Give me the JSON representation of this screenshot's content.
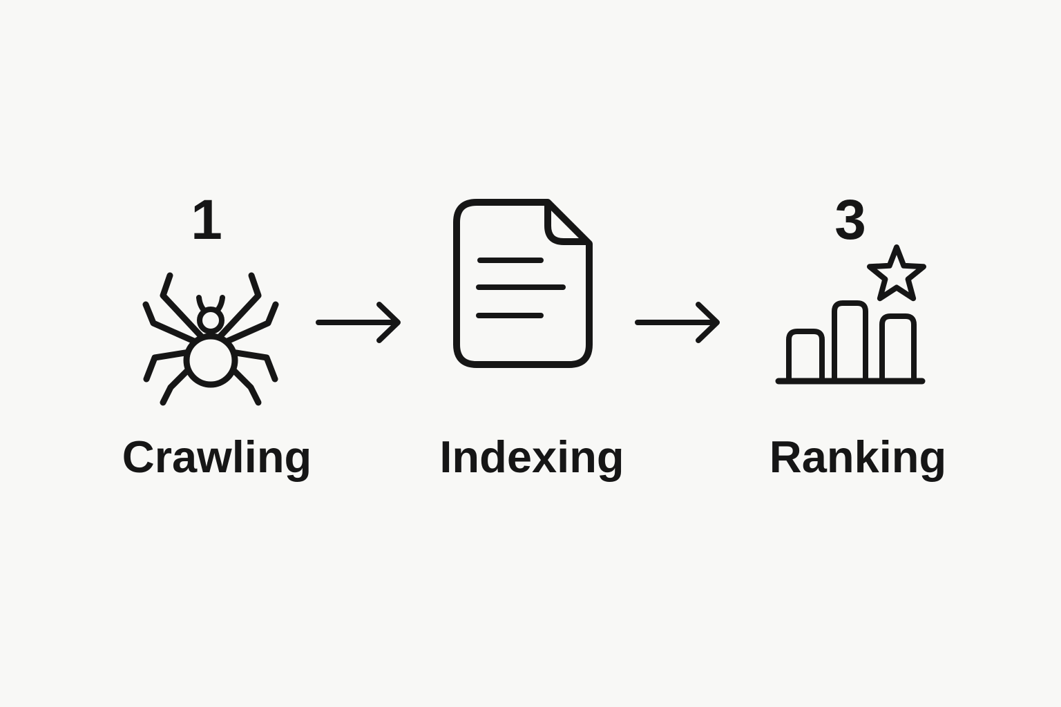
{
  "steps": [
    {
      "number": "1",
      "label": "Crawling",
      "icon": "spider-icon"
    },
    {
      "number": null,
      "label": "Indexing",
      "icon": "document-icon"
    },
    {
      "number": "3",
      "label": "Ranking",
      "icon": "ranking-bars-star-icon"
    }
  ],
  "connectors": [
    {
      "icon": "arrow-right-icon"
    },
    {
      "icon": "arrow-right-icon"
    }
  ],
  "colors": {
    "background": "#f8f8f6",
    "ink": "#161616"
  }
}
